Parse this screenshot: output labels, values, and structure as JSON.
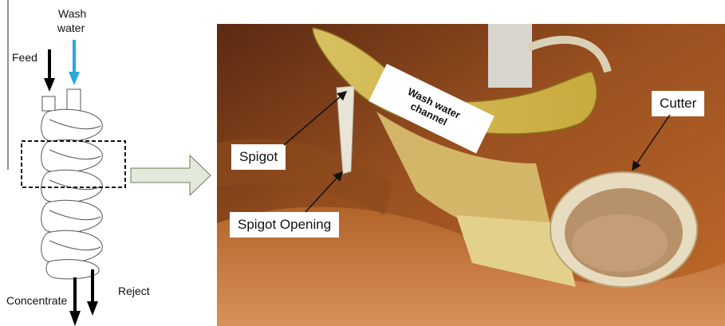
{
  "schematic": {
    "wash_water_label_line1": "Wash",
    "wash_water_label_line2": "water",
    "feed_label": "Feed",
    "concentrate_label": "Concentrate",
    "reject_label": "Reject",
    "wash_arrow_color": "#29a8e0",
    "arrow_color": "#000000",
    "big_arrow_color": "#e4eadb"
  },
  "photo": {
    "channel_label_line1": "Wash water",
    "channel_label_line2": "channel",
    "spigot_label": "Spigot",
    "spigot_opening_label": "Spigot Opening",
    "cutter_label": "Cutter"
  }
}
